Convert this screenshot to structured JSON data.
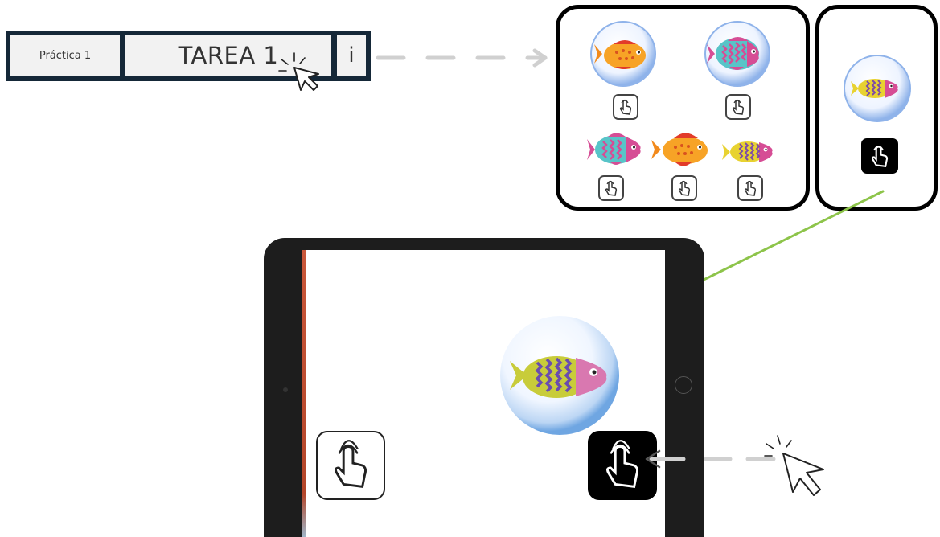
{
  "menu": {
    "practice_label": "Práctica 1",
    "task_label": "TAREA 1",
    "info_label": "i"
  },
  "icons": {
    "tap": "tap-hand-icon",
    "cursor": "mouse-pointer-icon",
    "fish": "fish-icon",
    "bubble": "bubble-icon"
  },
  "colors": {
    "menu_bar": "#152838",
    "menu_button": "#f2f2f2",
    "connector_arrow": "#8dc44a",
    "dashed_arrow": "#d0d0d0",
    "tablet_bezel": "#1d1d1d",
    "orange_fish": "#f7a326",
    "pink_fish": "#d64d95",
    "teal_stripes": "#58c4c8",
    "yellow_fish": "#e8d230"
  }
}
